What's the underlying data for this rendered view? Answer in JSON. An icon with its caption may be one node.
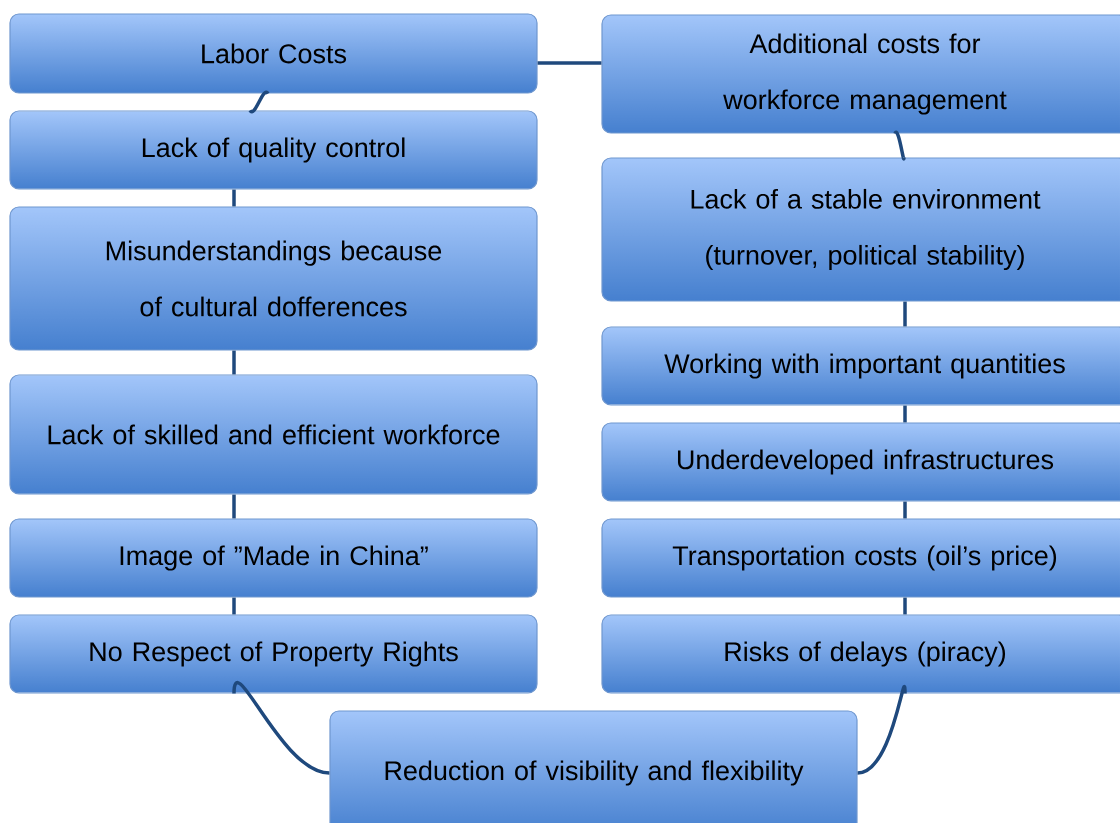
{
  "diagram": {
    "nodes": [
      {
        "text": [
          "Labor Costs"
        ]
      },
      {
        "text": [
          "Additional costs for workforce management"
        ]
      },
      {
        "text": [
          "Lack of quality control"
        ]
      },
      {
        "text": [
          "Lack of a stable environment (turnover, political stability)"
        ]
      },
      {
        "text": [
          "Misunderstandings because of cultural dofferences"
        ]
      },
      {
        "text": [
          "Working with important quantities"
        ]
      },
      {
        "text": [
          "Lack of skilled and efficient workforce"
        ]
      },
      {
        "text": [
          "Underdeveloped infrastructures"
        ]
      },
      {
        "text": [
          "Image of ”Made in China”"
        ]
      },
      {
        "text": [
          "Transportation costs (oil’s price)"
        ]
      },
      {
        "text": [
          "No Respect of Property Rights"
        ]
      },
      {
        "text": [
          "Risks of delays (piracy)"
        ]
      },
      {
        "text": [
          "Reduction of visibility and flexibility"
        ]
      }
    ],
    "edges": [
      {
        "from": 0,
        "to": 1,
        "arrow": "none"
      },
      {
        "from": 0,
        "to": 2,
        "arrow": "none"
      },
      {
        "from": 2,
        "to": 4,
        "arrow": "none"
      },
      {
        "from": 4,
        "to": 6,
        "arrow": "none"
      },
      {
        "from": 6,
        "to": 8,
        "arrow": "none"
      },
      {
        "from": 8,
        "to": 10,
        "arrow": "none"
      },
      {
        "from": 10,
        "to": 12,
        "arrow": "none"
      },
      {
        "from": 1,
        "to": 3,
        "arrow": "none"
      },
      {
        "from": 3,
        "to": 5,
        "arrow": "none"
      },
      {
        "from": 5,
        "to": 7,
        "arrow": "none"
      },
      {
        "from": 7,
        "to": 9,
        "arrow": "none"
      },
      {
        "from": 9,
        "to": 11,
        "arrow": "none"
      },
      {
        "from": 11,
        "to": 12,
        "arrow": "none"
      }
    ]
  }
}
